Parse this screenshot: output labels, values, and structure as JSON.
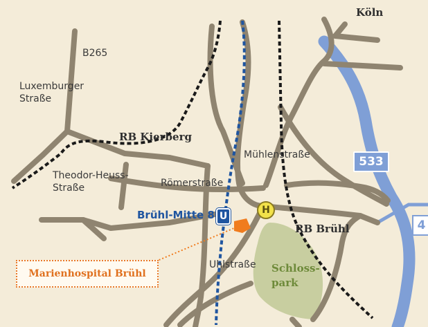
{
  "colors": {
    "background": "#f4ecd9",
    "road": "#8f8470",
    "highway": "#7f9fd6",
    "park": "#c8cea0",
    "tram_line": "#1f55a0",
    "rail_line": "#1a1a1a",
    "hospital": "#f07c1e"
  },
  "labels": {
    "koeln": "Köln",
    "b265": "B265",
    "luxemburger_strasse": "Luxemburger\nStraße",
    "rb_kierberg": "RB Kierberg",
    "muehlenstrasse": "Mühlenstraße",
    "theodor_heuss_strasse": "Theodor-Heuss-\nStraße",
    "roemerstrasse": "Römerstraße",
    "bruehl_mitte": "Brühl-Mitte 8",
    "rb_bruehl": "RB Brühl",
    "uhlstrasse": "Uhlstraße",
    "schlosspark": "Schloss-\npark"
  },
  "badges": {
    "motorway": "533",
    "exit": "4",
    "ubahn": "U",
    "bus": "H"
  },
  "hospital": {
    "name": "Marienhospital Brühl"
  }
}
